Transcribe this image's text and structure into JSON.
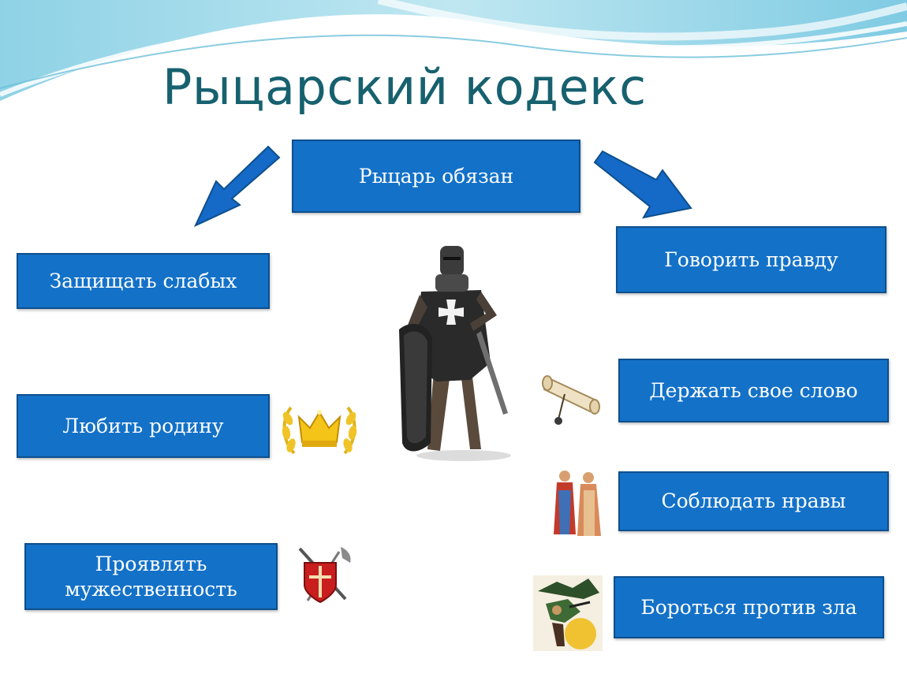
{
  "slide": {
    "title": "Рыцарский кодекс"
  },
  "diagram": {
    "root": "Рыцарь обязан",
    "left_items": [
      "Защищать слабых",
      "Любить родину",
      "Проявлять мужественность"
    ],
    "right_items": [
      "Говорить правду",
      "Держать свое слово",
      "Соблюдать нравы",
      "Бороться против зла"
    ]
  },
  "colors": {
    "box_fill": "#1371c8",
    "box_border": "#0d4f8c",
    "title": "#17616f",
    "arrow": "#1569c7"
  },
  "illustrations": [
    "knight-image",
    "crown-laurel-icon",
    "scroll-key-icon",
    "people-figures-icon",
    "shield-axe-icon",
    "battle-scene-icon"
  ]
}
